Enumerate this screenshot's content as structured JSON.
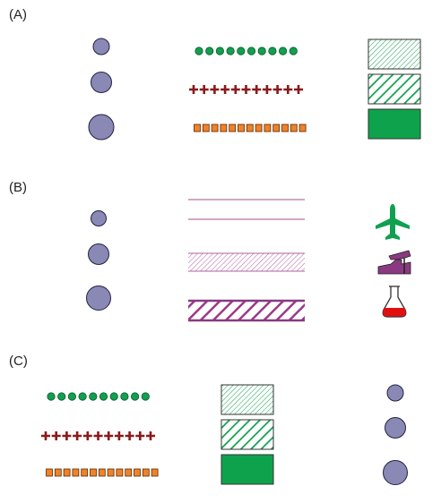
{
  "sections": [
    {
      "label": "(A)"
    },
    {
      "label": "(B)"
    },
    {
      "label": "(C)"
    }
  ],
  "colors": {
    "circle_fill": "#8a88b4",
    "circle_stroke": "#222244",
    "dot_green": "#11a050",
    "cross_red": "#8b1a1a",
    "square_orange": "#f0822a",
    "square_outline": "#5a2a00",
    "hatch_green": "#11a050",
    "solid_green": "#0fa24c",
    "line_purple": "#a0508a",
    "plane_green": "#11a050",
    "plane_icon_purple": "#8a3a80",
    "flask_red": "#e01010"
  },
  "icons": [
    "airplane-icon",
    "aircraft-platform-icon",
    "flask-icon"
  ]
}
